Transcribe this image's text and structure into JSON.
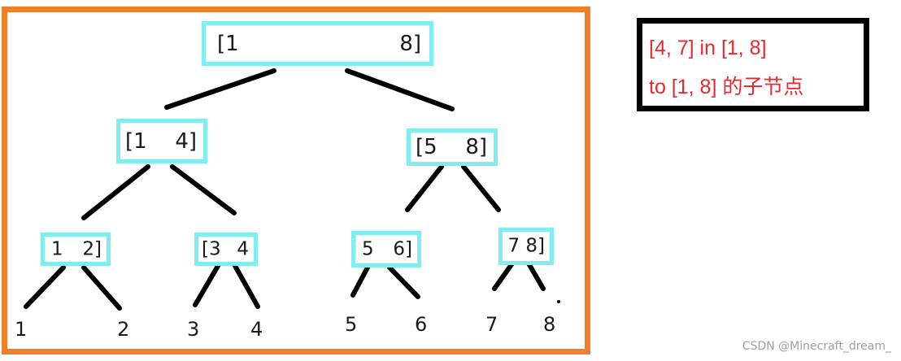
{
  "nodes": [
    {
      "id": "1-8",
      "left": "[1",
      "right": "8]"
    },
    {
      "id": "1-4",
      "left": "[1",
      "right": "4]"
    },
    {
      "id": "5-8",
      "left": "[5",
      "right": "8]"
    },
    {
      "id": "1-2",
      "left": "1",
      "right": "2]"
    },
    {
      "id": "3-4",
      "left": "[3",
      "right": "4"
    },
    {
      "id": "5-6",
      "left": "5",
      "right": "6]"
    },
    {
      "id": "7-8",
      "left": "",
      "right": "7 8]"
    }
  ],
  "leaves": [
    "1",
    "2",
    "3",
    "4",
    "5",
    "6",
    "7",
    "8"
  ],
  "note": {
    "line1": "[4, 7] in [1, 8]",
    "line2": "to [1, 8] 的子节点"
  },
  "watermark": "CSDN @Minecraft_dream_",
  "colors": {
    "frame": "#f28028",
    "node_border": "#80eef0",
    "edge": "#000000",
    "note_text": "#e8292d",
    "note_border": "#000000"
  }
}
